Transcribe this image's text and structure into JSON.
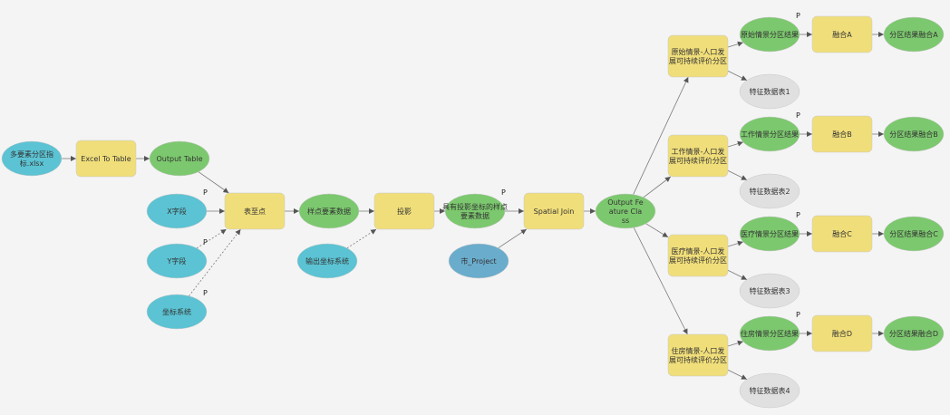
{
  "colors": {
    "background": "#f4f4f4",
    "input_data": "#5bc3d3",
    "source_data": "#6aaccc",
    "derived_data": "#7cc86e",
    "tool": "#f0de7a",
    "intermediate": "#e0e0e0",
    "connector": "#7a7a7a"
  },
  "nodes": {
    "xlsx": "多要素分区指标.xlsx",
    "excel_to_table": "Excel To Table",
    "output_table": "Output Table",
    "x_field": "X字段",
    "y_field": "Y字段",
    "coord_system": "坐标系统",
    "table_to_point": "表至点",
    "sample_points": "样点要素数据",
    "output_coord_system": "输出坐标系统",
    "project": "投影",
    "projected_points": "具有投影坐标的样点要素数据",
    "city_project": "市_Project",
    "spatial_join": "Spatial Join",
    "output_feature_class": "Output Feature Class",
    "branch_a_tool": "原始情景-人口发展可持续评价分区",
    "branch_a_result": "原始情景分区结果",
    "branch_a_table": "特征数据表1",
    "branch_a_merge": "融合A",
    "branch_a_output": "分区结果融合A",
    "branch_b_tool": "工作情景-人口发展可持续评价分区",
    "branch_b_result": "工作情景分区结果",
    "branch_b_table": "特征数据表2",
    "branch_b_merge": "融合B",
    "branch_b_output": "分区结果融合B",
    "branch_c_tool": "医疗情景-人口发展可持续评价分区",
    "branch_c_result": "医疗情景分区结果",
    "branch_c_table": "特征数据表3",
    "branch_c_merge": "融合C",
    "branch_c_output": "分区结果融合C",
    "branch_d_tool": "住房情景-人口发展可持续评价分区",
    "branch_d_result": "住房情景分区结果",
    "branch_d_table": "特征数据表4",
    "branch_d_merge": "融合D",
    "branch_d_output": "分区结果融合D"
  },
  "param_marker": "P"
}
